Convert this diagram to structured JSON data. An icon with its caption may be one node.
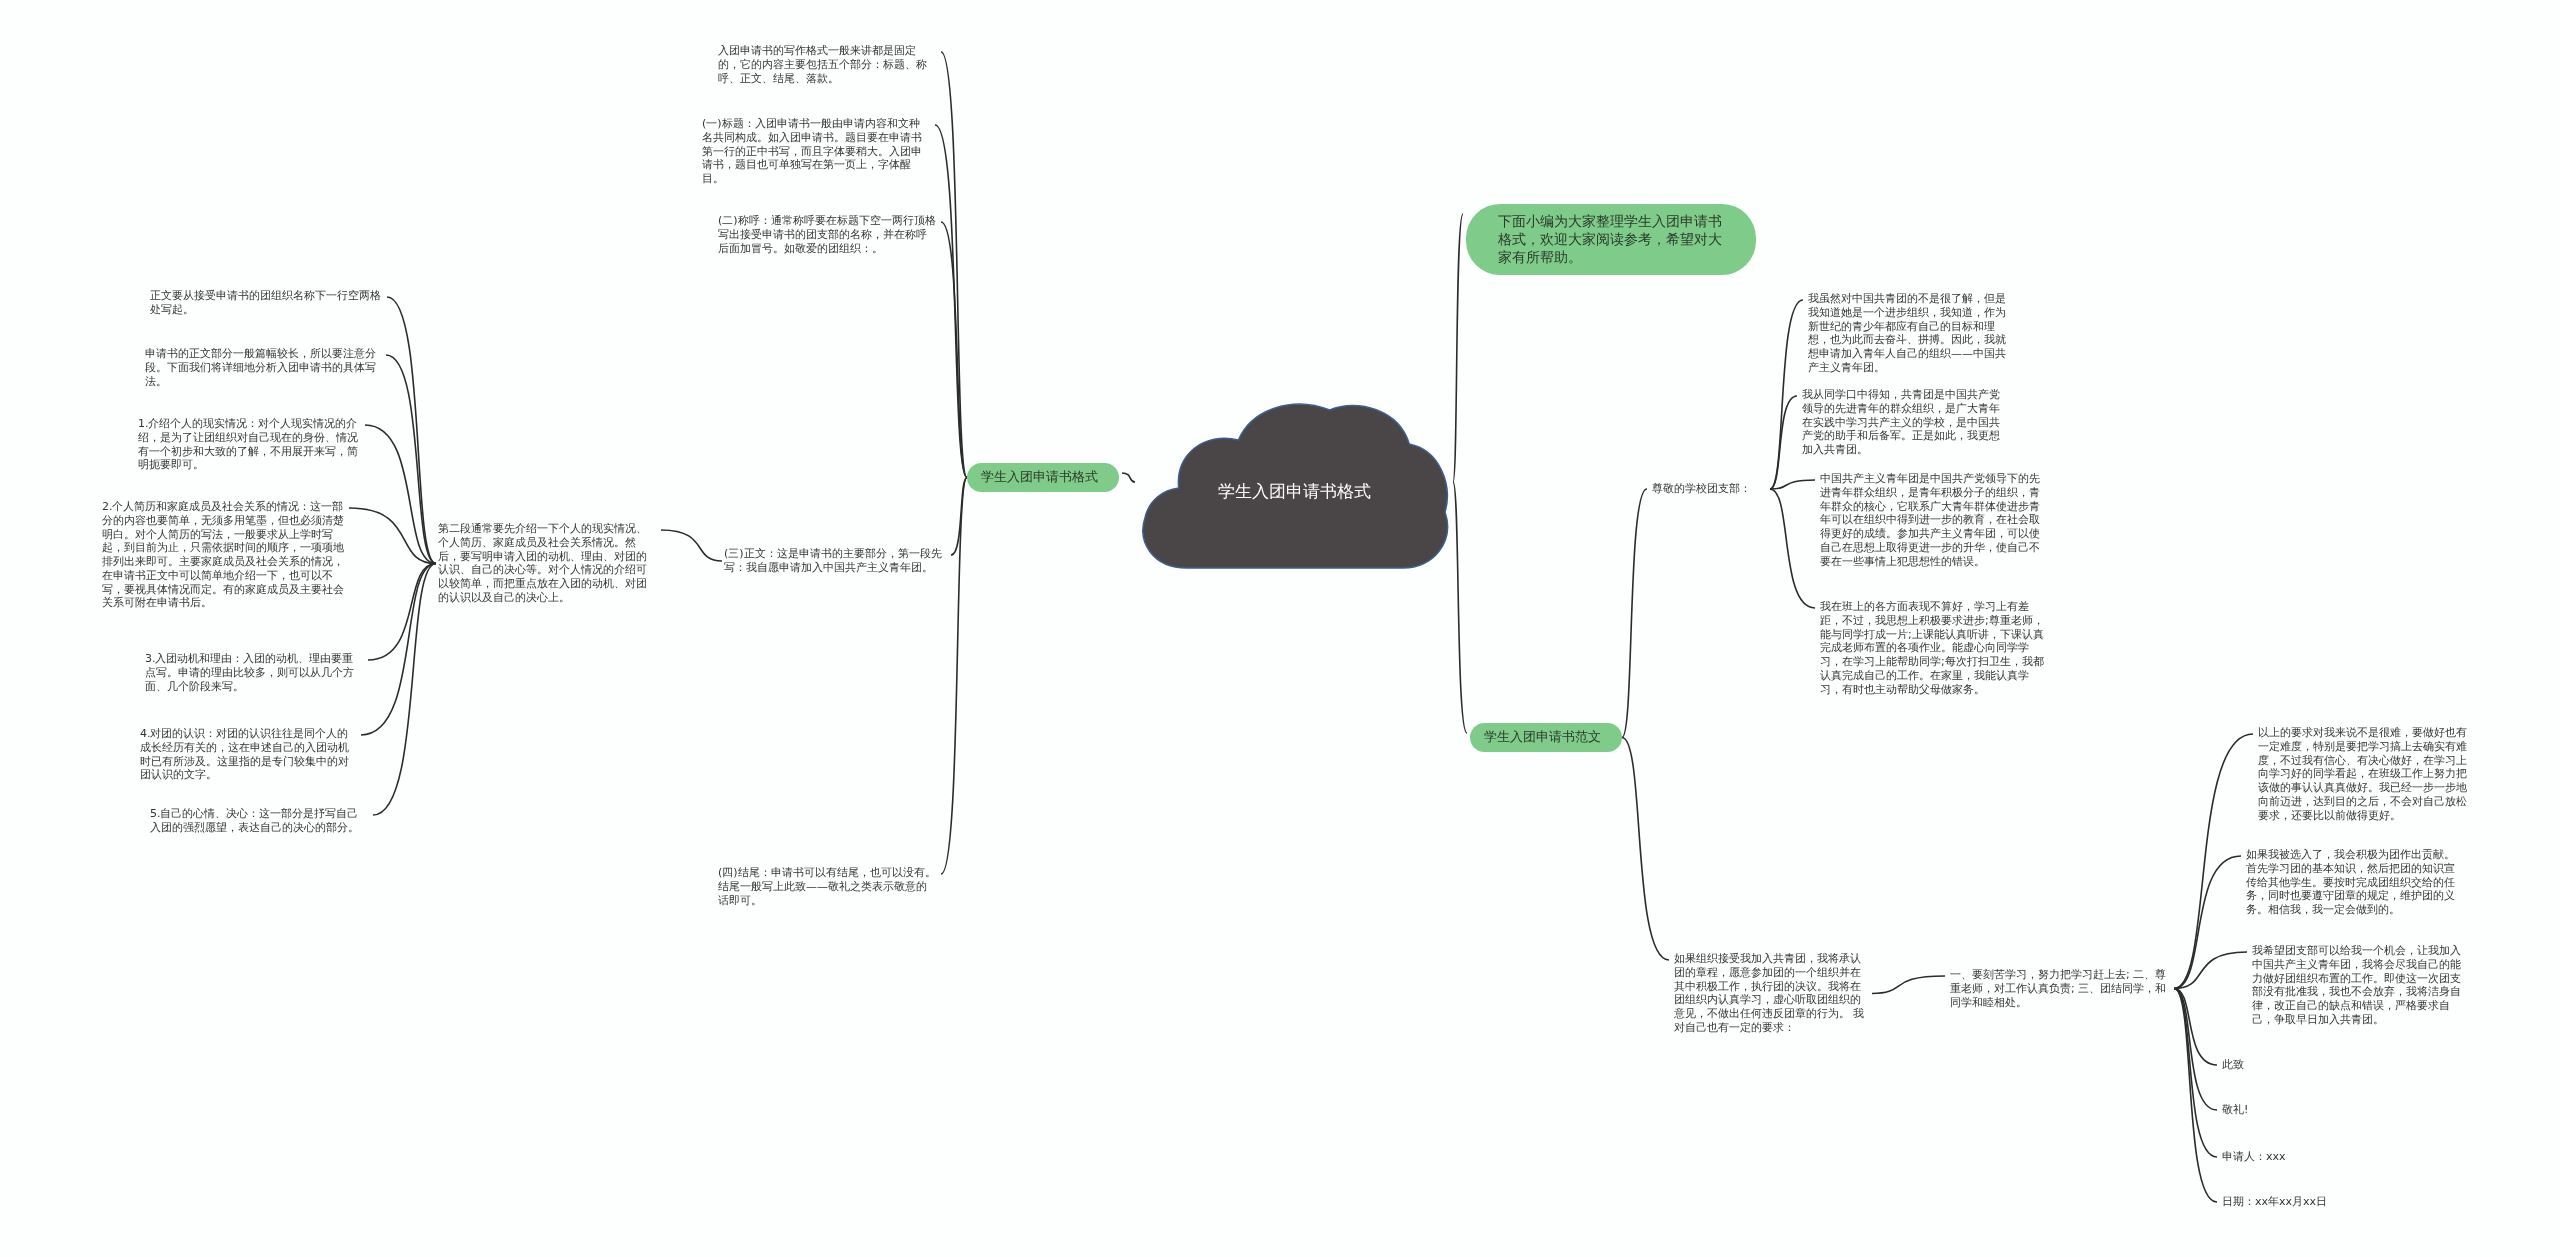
{
  "diagram": {
    "nodes": [
      {
        "text": [
          "学生入团申请书格式"
        ]
      },
      {
        "text": [
          "学生入团申请书格式"
        ]
      },
      {
        "text": [
          "入团申请书的写作格式一般来讲都是固定的，它的内容主要包括五个部分：标题、称呼、正文、结尾、落款。"
        ]
      },
      {
        "text": [
          "(一)标题：入团申请书一般由申请内容和文种名共同构成。如入团申请书。题目要在申请书第一行的正中书写，而且字体要稍大。入团申请书，题目也可单独写在第一页上，字体醒目。"
        ]
      },
      {
        "text": [
          "(二)称呼：通常称呼要在标题下空一两行顶格写出接受申请书的团支部的名称，并在称呼后面加冒号。如敬爱的团组织：。"
        ]
      },
      {
        "text": [
          "(三)正文：这是申请书的主要部分，第一段先写：我自愿申请加入中国共产主义青年团。"
        ]
      },
      {
        "text": [
          "第二段通常要先介绍一下个人的现实情况、个人简历、家庭成员及社会关系情况。然后，要写明申请入团的动机、理由、对团的认识、自己的决心等。对个人情况的介绍可以较简单，而把重点放在入团的动机、对团的认识以及自己的决心上。"
        ]
      },
      {
        "text": [
          "正文要从接受申请书的团组织名称下一行空两格处写起。"
        ]
      },
      {
        "text": [
          "申请书的正文部分一般篇幅较长，所以要注意分段。下面我们将详细地分析入团申请书的具体写法。"
        ]
      },
      {
        "text": [
          "1.介绍个人的现实情况：对个人现实情况的介绍，是为了让团组织对自己现在的身份、情况有一个初步和大致的了解，不用展开来写，简明扼要即可。"
        ]
      },
      {
        "text": [
          "2.个人简历和家庭成员及社会关系的情况：这一部分的内容也要简单，无须多用笔墨，但也必须清楚明白。对个人简历的写法，一般要求从上学时写起，到目前为止，只需依据时间的顺序，一项项地排列出来即可。主要家庭成员及社会关系的情况，在申请书正文中可以简单地介绍一下，也可以不写，要视具体情况而定。有的家庭成员及主要社会关系可附在申请书后。"
        ]
      },
      {
        "text": [
          "3.入团动机和理由：入团的动机、理由要重点写。申请的理由比较多，则可以从几个方面、几个阶段来写。"
        ]
      },
      {
        "text": [
          "4.对团的认识：对团的认识往往是同个人的成长经历有关的，这在申述自己的入团动机时已有所涉及。这里指的是专门较集中的对团认识的文字。"
        ]
      },
      {
        "text": [
          "5.自己的心情、决心：这一部分是抒写自己入团的强烈愿望，表达自己的决心的部分。"
        ]
      },
      {
        "text": [
          "(四)结尾：申请书可以有结尾，也可以没有。结尾一般写上此致——敬礼之类表示敬意的话即可。"
        ]
      },
      {
        "text": [
          "下面小编为大家整理学生入团申请书格式，欢迎大家阅读参考，希望对大家有所帮助。"
        ]
      },
      {
        "text": [
          "学生入团申请书范文"
        ]
      },
      {
        "text": [
          "尊敬的学校团支部："
        ]
      },
      {
        "text": [
          "我虽然对中国共青团的不是很了解，但是我知道她是一个进步组织，我知道，作为新世纪的青少年都应有自己的目标和理想，也为此而去奋斗、拼搏。因此，我就想申请加入青年人自己的组织——中国共产主义青年团。"
        ]
      },
      {
        "text": [
          "我从同学口中得知，共青团是中国共产党领导的先进青年的群众组织，是广大青年在实践中学习共产主义的学校，是中国共产党的助手和后备军。正是如此，我更想加入共青团。"
        ]
      },
      {
        "text": [
          "中国共产主义青年团是中国共产党领导下的先进青年群众组织，是青年积极分子的组织，青年群众的核心，它联系广大青年群体使进步青年可以在组织中得到进一步的教育，在社会取得更好的成绩。参加共产主义青年团，可以使自己在思想上取得更进一步的升华，使自己不要在一些事情上犯思想性的错误。"
        ]
      },
      {
        "text": [
          "我在班上的各方面表现不算好，学习上有差距，不过，我思想上积极要求进步;尊重老师，能与同学打成一片;上课能认真听讲，下课认真完成老师布置的各项作业。能虚心向同学学习，在学习上能帮助同学;每次打扫卫生，我都认真完成自己的工作。在家里，我能认真学习，有时也主动帮助父母做家务。"
        ]
      },
      {
        "text": [
          "如果组织接受我加入共青团，我将承认团的章程，愿意参加团的一个组织并在其中积极工作，执行团的决议。我将在团组织内认真学习，虚心听取团组织的意见，不做出任何违反团章的行为。 我对自己也有一定的要求："
        ]
      },
      {
        "text": [
          "一、要刻苦学习，努力把学习赶上去; 二、尊重老师，对工作认真负责; 三、团结同学，和同学和睦相处。"
        ]
      },
      {
        "text": [
          "以上的要求对我来说不是很难，要做好也有一定难度，特别是要把学习搞上去确实有难度，不过我有信心、有决心做好，在学习上向学习好的同学看起，在班级工作上努力把该做的事认认真真做好。我已经一步一步地向前迈进，达到目的之后，不会对自己放松要求，还要比以前做得更好。"
        ]
      },
      {
        "text": [
          "如果我被选入了，我会积极为团作出贡献。首先学习团的基本知识，然后把团的知识宣传给其他学生。要按时完成团组织交给的任务，同时也要遵守团章的规定，维护团的义务。相信我，我一定会做到的。"
        ]
      },
      {
        "text": [
          "我希望团支部可以给我一个机会，让我加入中国共产主义青年团，我将会尽我自己的能力做好团组织布置的工作。即使这一次团支部没有批准我，我也不会放弃，我将洁身自律，改正自己的缺点和错误，严格要求自己，争取早日加入共青团。"
        ]
      },
      {
        "text": [
          "此致"
        ]
      },
      {
        "text": [
          "敬礼!"
        ]
      },
      {
        "text": [
          "申请人：xxx"
        ]
      },
      {
        "text": [
          "日期：xx年xx月xx日"
        ]
      }
    ],
    "edges": [
      {
        "from": 0,
        "to": 1,
        "arrow": "none"
      },
      {
        "from": 0,
        "to": 15,
        "arrow": "none"
      },
      {
        "from": 0,
        "to": 16,
        "arrow": "none"
      },
      {
        "from": 1,
        "to": 2,
        "arrow": "none"
      },
      {
        "from": 1,
        "to": 3,
        "arrow": "none"
      },
      {
        "from": 1,
        "to": 4,
        "arrow": "none"
      },
      {
        "from": 1,
        "to": 5,
        "arrow": "none"
      },
      {
        "from": 1,
        "to": 14,
        "arrow": "none"
      },
      {
        "from": 5,
        "to": 6,
        "arrow": "none"
      },
      {
        "from": 6,
        "to": 7,
        "arrow": "none"
      },
      {
        "from": 6,
        "to": 8,
        "arrow": "none"
      },
      {
        "from": 6,
        "to": 9,
        "arrow": "none"
      },
      {
        "from": 6,
        "to": 10,
        "arrow": "none"
      },
      {
        "from": 6,
        "to": 11,
        "arrow": "none"
      },
      {
        "from": 6,
        "to": 12,
        "arrow": "none"
      },
      {
        "from": 6,
        "to": 13,
        "arrow": "none"
      },
      {
        "from": 16,
        "to": 17,
        "arrow": "none"
      },
      {
        "from": 16,
        "to": 22,
        "arrow": "none"
      },
      {
        "from": 17,
        "to": 18,
        "arrow": "none"
      },
      {
        "from": 17,
        "to": 19,
        "arrow": "none"
      },
      {
        "from": 17,
        "to": 20,
        "arrow": "none"
      },
      {
        "from": 17,
        "to": 21,
        "arrow": "none"
      },
      {
        "from": 22,
        "to": 23,
        "arrow": "none"
      },
      {
        "from": 23,
        "to": 24,
        "arrow": "none"
      },
      {
        "from": 23,
        "to": 25,
        "arrow": "none"
      },
      {
        "from": 23,
        "to": 26,
        "arrow": "none"
      },
      {
        "from": 23,
        "to": 27,
        "arrow": "none"
      },
      {
        "from": 23,
        "to": 28,
        "arrow": "none"
      },
      {
        "from": 23,
        "to": 29,
        "arrow": "none"
      },
      {
        "from": 23,
        "to": 30,
        "arrow": "none"
      }
    ]
  }
}
